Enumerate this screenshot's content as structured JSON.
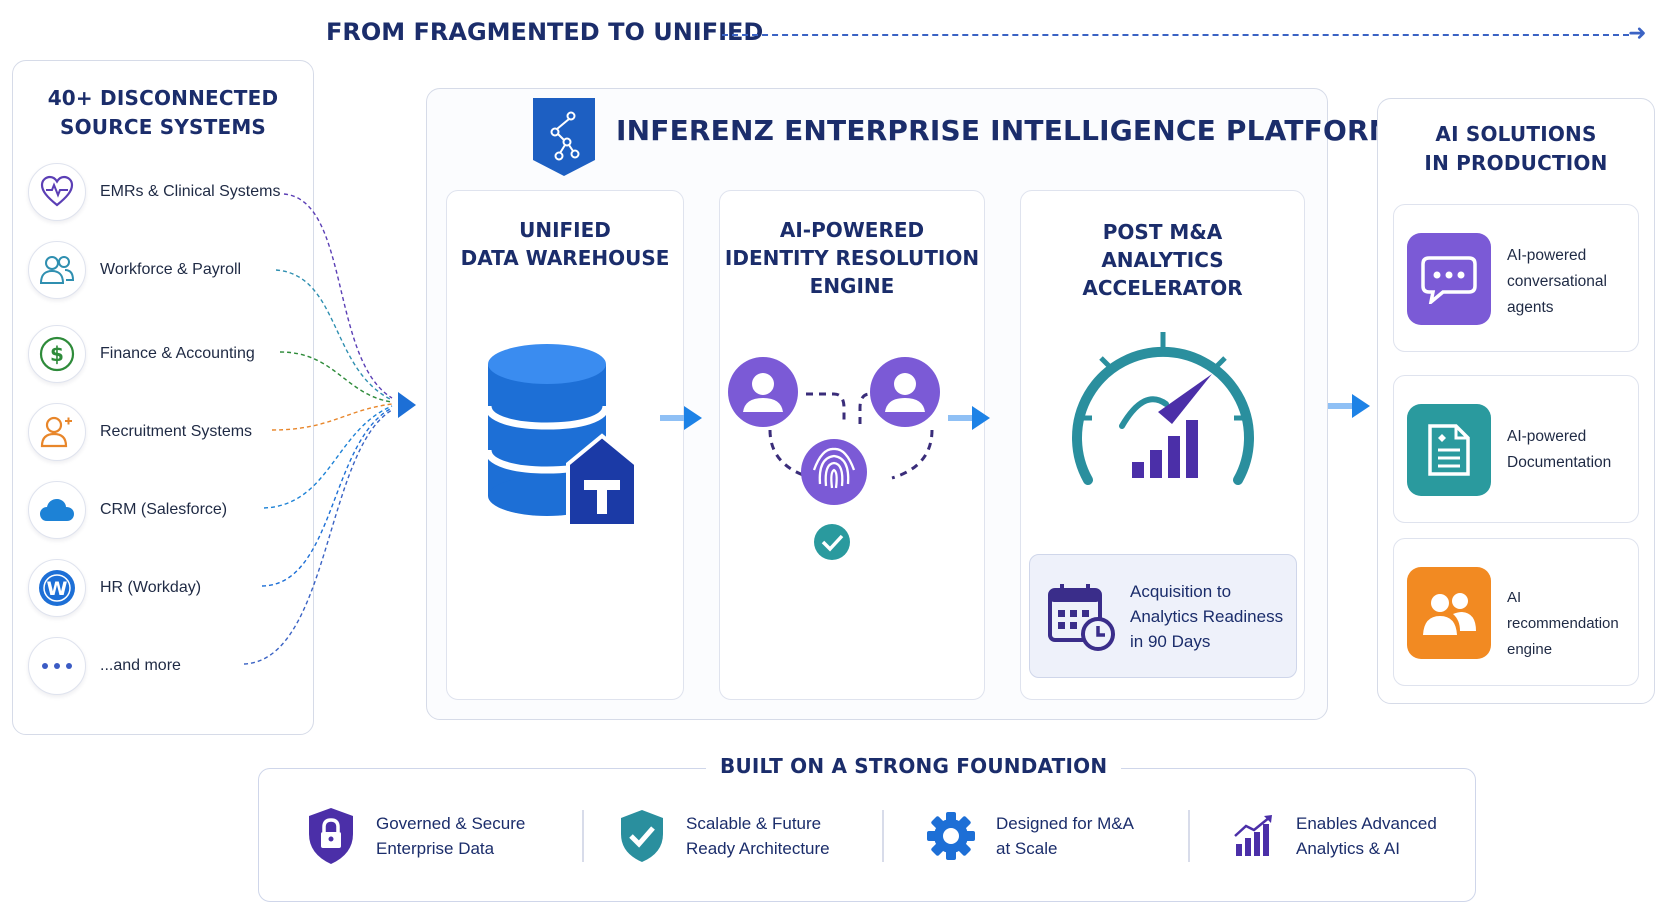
{
  "banner": {
    "title": "FROM FRAGMENTED TO UNIFIED"
  },
  "sources": {
    "title_line1": "40+ DISCONNECTED",
    "title_line2": "SOURCE SYSTEMS",
    "items": [
      {
        "label": "EMRs & Clinical Systems",
        "icon": "heart-pulse-icon",
        "color": "#5b3fb5"
      },
      {
        "label": "Workforce & Payroll",
        "icon": "users-icon",
        "color": "#2f8fb0"
      },
      {
        "label": "Finance & Accounting",
        "icon": "dollar-icon",
        "color": "#2e8b3a"
      },
      {
        "label": "Recruitment Systems",
        "icon": "recruit-user-icon",
        "color": "#e8862a"
      },
      {
        "label": "CRM (Salesforce)",
        "icon": "cloud-icon",
        "color": "#1d82d6"
      },
      {
        "label": "HR (Workday)",
        "icon": "workday-w-icon",
        "color": "#1d6fd6"
      },
      {
        "label": "...and more",
        "icon": "more-dots-icon",
        "color": "#3b5bc4"
      }
    ]
  },
  "platform": {
    "title": "INFERENZ ENTERPRISE INTELLIGENCE PLATFORM",
    "logo_icon": "network-shield-icon",
    "cards": [
      {
        "line1": "UNIFIED",
        "line2": "DATA WAREHOUSE",
        "icon": "database-warehouse-icon"
      },
      {
        "line1": "AI-POWERED",
        "line2": "IDENTITY RESOLUTION",
        "line3": "ENGINE",
        "icon": "identity-fingerprint-icon"
      },
      {
        "line1": "POST M&A",
        "line2": "ANALYTICS ACCELERATOR",
        "icon": "speedometer-icon"
      }
    ],
    "readiness": {
      "line1": "Acquisition to",
      "line2": "Analytics Readiness",
      "line3": "in 90 Days",
      "icon": "calendar-clock-icon"
    }
  },
  "solutions": {
    "title_line1": "AI SOLUTIONS",
    "title_line2": "IN PRODUCTION",
    "items": [
      {
        "line1": "AI-powered",
        "line2": "conversational",
        "line3": "agents",
        "icon": "chat-bubble-icon",
        "color": "#7b5ad6"
      },
      {
        "line1": "AI-powered",
        "line2": "Documentation",
        "icon": "document-icon",
        "color": "#2a9a9e"
      },
      {
        "line1": "AI recommendation",
        "line2": "engine",
        "icon": "people-icon",
        "color": "#f28a22"
      }
    ]
  },
  "foundation": {
    "title": "BUILT ON A STRONG FOUNDATION",
    "items": [
      {
        "line1": "Governed & Secure",
        "line2": "Enterprise Data",
        "icon": "lock-shield-icon"
      },
      {
        "line1": "Scalable & Future",
        "line2": "Ready Architecture",
        "icon": "check-shield-icon"
      },
      {
        "line1": "Designed for M&A",
        "line2": "at Scale",
        "icon": "gear-icon"
      },
      {
        "line1": "Enables Advanced",
        "line2": "Analytics & AI",
        "icon": "growth-chart-icon"
      }
    ]
  },
  "colors": {
    "navy": "#1b2d6b",
    "blue": "#1d6fd6",
    "purple": "#7b5ad6",
    "teal": "#2a9a9e",
    "orange": "#f28a22"
  }
}
